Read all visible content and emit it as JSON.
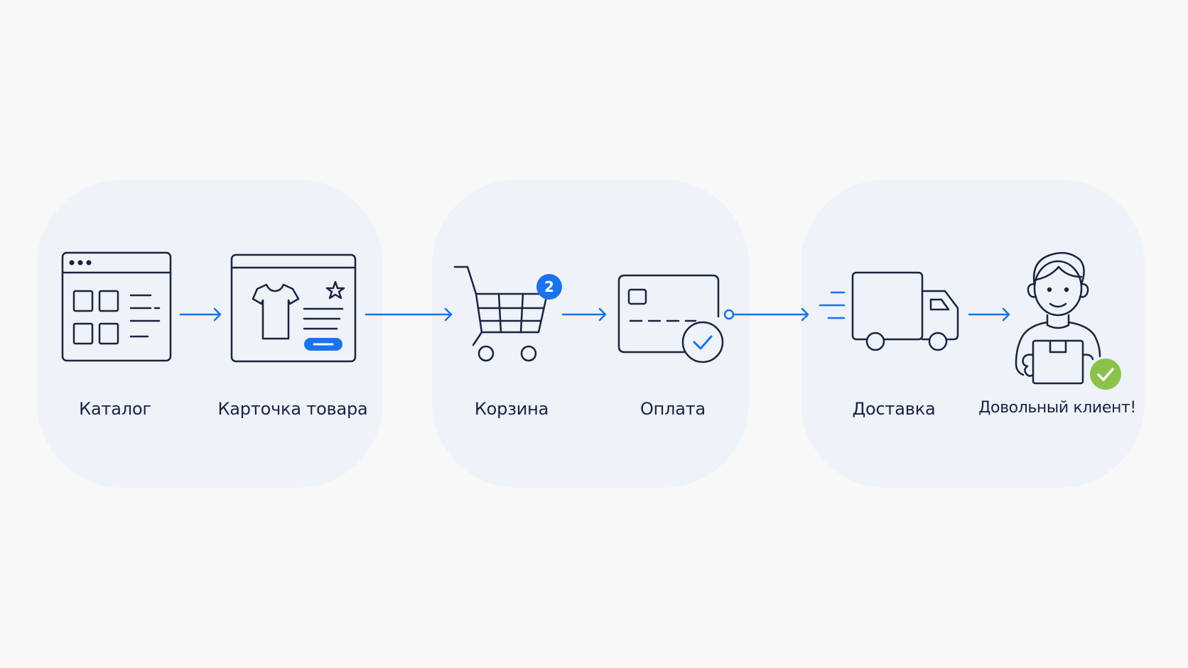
{
  "steps": [
    {
      "label": "Каталог",
      "icon": "catalog-window-icon"
    },
    {
      "label": "Карточка товара",
      "icon": "product-card-icon"
    },
    {
      "label": "Корзина",
      "icon": "shopping-cart-icon"
    },
    {
      "label": "Оплата",
      "icon": "credit-card-check-icon"
    },
    {
      "label": "Доставка",
      "icon": "delivery-truck-icon"
    },
    {
      "label": "Довольный клиент!",
      "icon": "happy-customer-icon"
    }
  ],
  "cart": {
    "badge_count": "2"
  },
  "colors": {
    "stroke": "#1c2240",
    "accent": "#1a73e8",
    "success": "#8bc34a",
    "panel": "#eef2f9",
    "background": "#f8f8f9"
  }
}
